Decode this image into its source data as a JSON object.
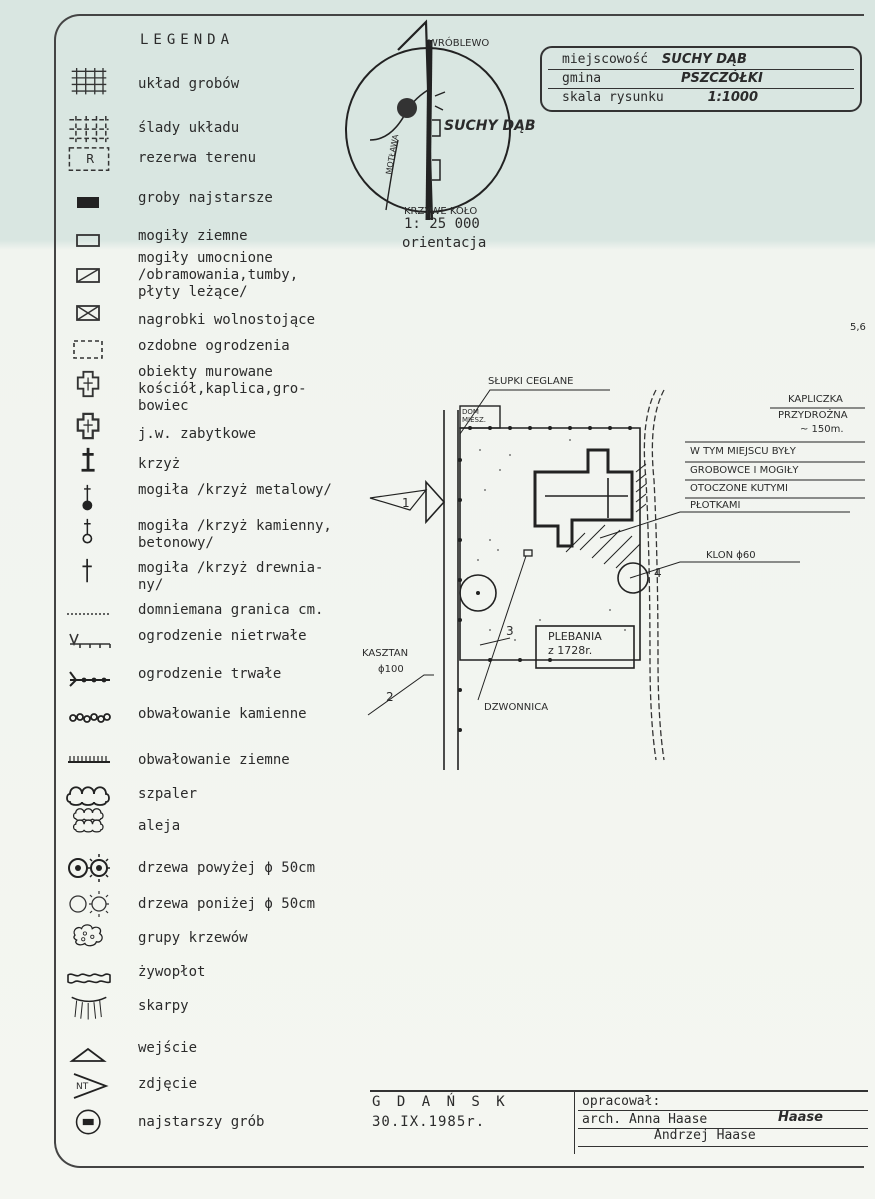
{
  "legend": {
    "title": "LEGENDA",
    "items": [
      {
        "label": "układ grobów"
      },
      {
        "label": "ślady układu"
      },
      {
        "label": "rezerwa terenu",
        "symbol_text": "R"
      },
      {
        "label": "groby najstarsze"
      },
      {
        "label": "mogiły ziemne"
      },
      {
        "label": "mogiły umocnione\n/obramowania,tumby,\npłyty leżące/"
      },
      {
        "label": "nagrobki wolnostojące"
      },
      {
        "label": "ozdobne ogrodzenia"
      },
      {
        "label": "obiekty murowane\nkościół,kaplica,gro-\nbowiec"
      },
      {
        "label": "j.w. zabytkowe"
      },
      {
        "label": "krzyż"
      },
      {
        "label": "mogiła /krzyż metalowy/"
      },
      {
        "label": "mogiła /krzyż kamienny,\nbetonowy/"
      },
      {
        "label": "mogiła /krzyż drewnia-\nny/"
      },
      {
        "label": "domniemana granica cm."
      },
      {
        "label": "ogrodzenie nietrwałe"
      },
      {
        "label": "ogrodzenie trwałe"
      },
      {
        "label": "obwałowanie kamienne"
      },
      {
        "label": "obwałowanie ziemne"
      },
      {
        "label": "szpaler"
      },
      {
        "label": "aleja"
      },
      {
        "label": "drzewa powyżej ϕ 50cm"
      },
      {
        "label": "drzewa poniżej ϕ 50cm"
      },
      {
        "label": "grupy krzewów"
      },
      {
        "label": "żywopłot"
      },
      {
        "label": "skarpy"
      },
      {
        "label": "wejście"
      },
      {
        "label": "zdjęcie",
        "symbol_text": "NT"
      },
      {
        "label": "najstarszy grób"
      }
    ]
  },
  "location_box": {
    "locality_label": "miejscowość",
    "locality_value": "SUCHY DĄB",
    "commune_label": "gmina",
    "commune_value": "PSZCZÓŁKI",
    "scale_label": "skala rysunku",
    "scale_value": "1:1000"
  },
  "orientation_map": {
    "north_label": "WRÓBLEWO",
    "place_label": "SUCHY DĄB",
    "road_label": "MOTŁAWA",
    "south_label": "KRZYWE KOŁO",
    "scale": "1: 25 000",
    "caption": "orientacja"
  },
  "plan": {
    "label_slupki": "SŁUPKI CEGLANE",
    "label_dom": "DOM MIESZ.",
    "label_kapliczka": "KAPLICZKA",
    "label_kapliczka2": "PRZYDROŻNA",
    "label_kapliczka3": "~ 150m.",
    "note_line1": "W TYM MIEJSCU BYŁY",
    "note_line2": "GROBOWCE I MOGIŁY",
    "note_line3": "OTOCZONE KUTYMI",
    "note_line4": "PŁOTKAMI",
    "label_klon": "KLON ϕ60",
    "label_kasztan": "KASZTAN",
    "label_kasztan2": "ϕ100",
    "label_plebania": "PLEBANIA",
    "label_plebania2": "z 1728r.",
    "label_dzwonnica": "DZWONNICA",
    "photo1": "1",
    "photo2": "2",
    "photo3": "3",
    "photo4": "4",
    "corner_note": "5,6"
  },
  "footer": {
    "city": "G D A Ń S K",
    "date": "30.IX.1985r.",
    "prepared_label": "opracował:",
    "author1": "arch. Anna Haase",
    "signature": "Haase",
    "author2": "Andrzej Haase"
  }
}
